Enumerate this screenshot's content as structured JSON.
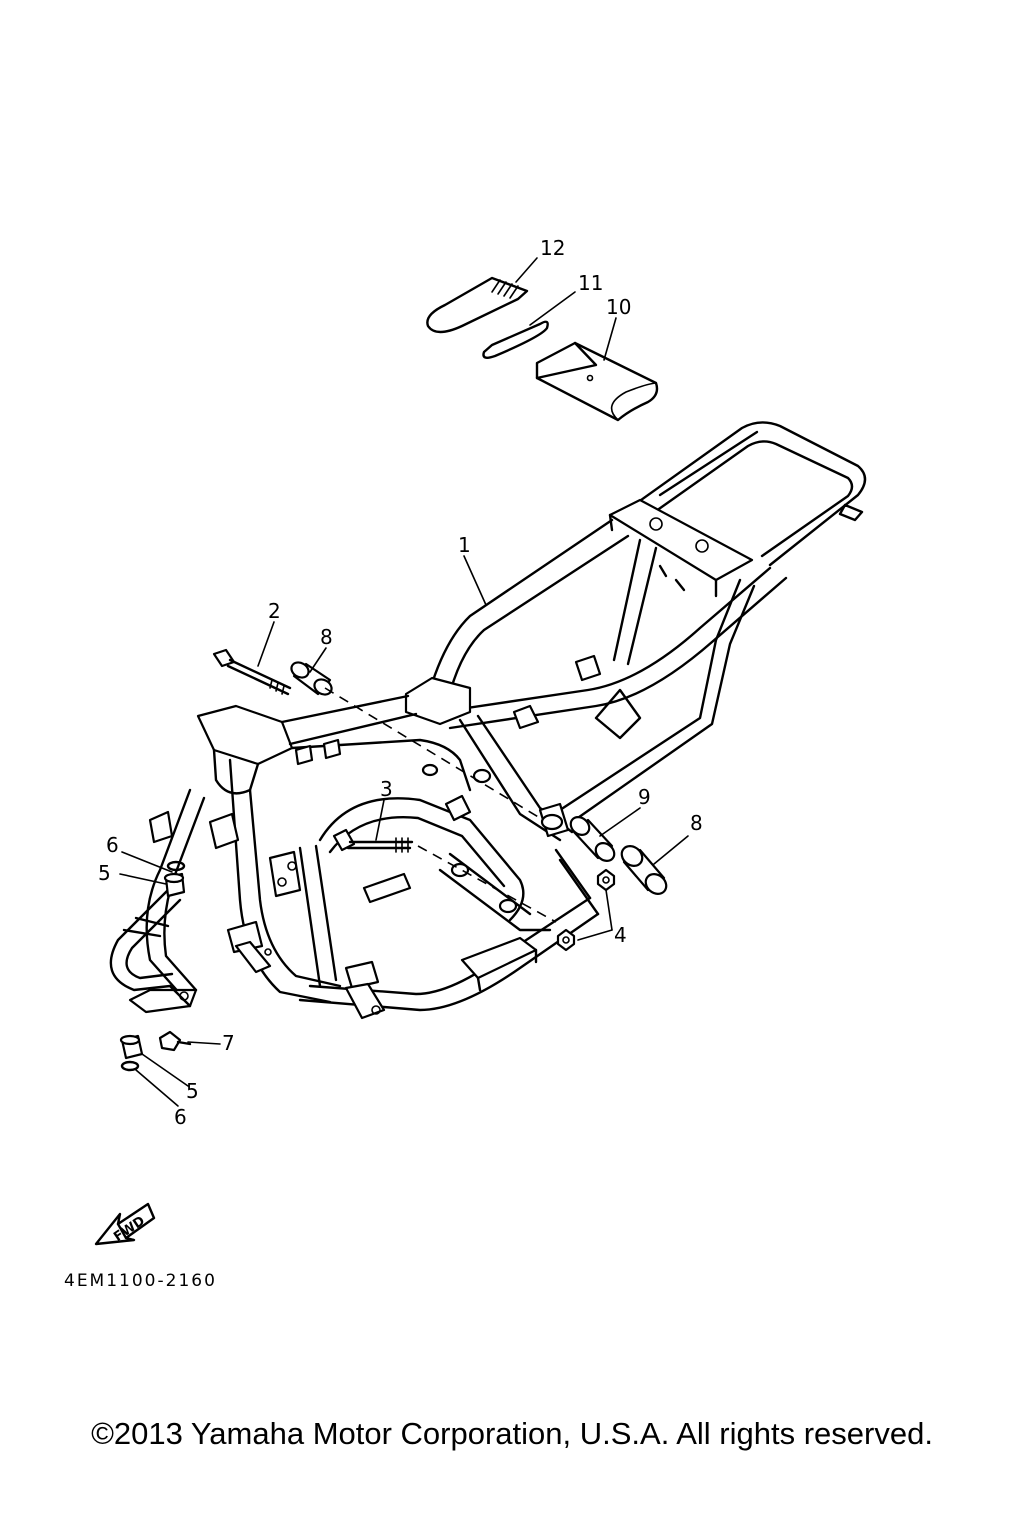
{
  "diagram": {
    "callouts": [
      {
        "id": "c12",
        "label": "12"
      },
      {
        "id": "c11",
        "label": "11"
      },
      {
        "id": "c10",
        "label": "10"
      },
      {
        "id": "c1",
        "label": "1"
      },
      {
        "id": "c2",
        "label": "2"
      },
      {
        "id": "c8a",
        "label": "8"
      },
      {
        "id": "c3",
        "label": "3"
      },
      {
        "id": "c9",
        "label": "9"
      },
      {
        "id": "c8b",
        "label": "8"
      },
      {
        "id": "c6a",
        "label": "6"
      },
      {
        "id": "c5a",
        "label": "5"
      },
      {
        "id": "c4",
        "label": "4"
      },
      {
        "id": "c7",
        "label": "7"
      },
      {
        "id": "c5b",
        "label": "5"
      },
      {
        "id": "c6b",
        "label": "6"
      }
    ],
    "fwd_label": "FWD",
    "drawing_code": "4EM1100-2160"
  },
  "footer": {
    "copyright": "©2013 Yamaha Motor Corporation, U.S.A. All rights reserved."
  }
}
